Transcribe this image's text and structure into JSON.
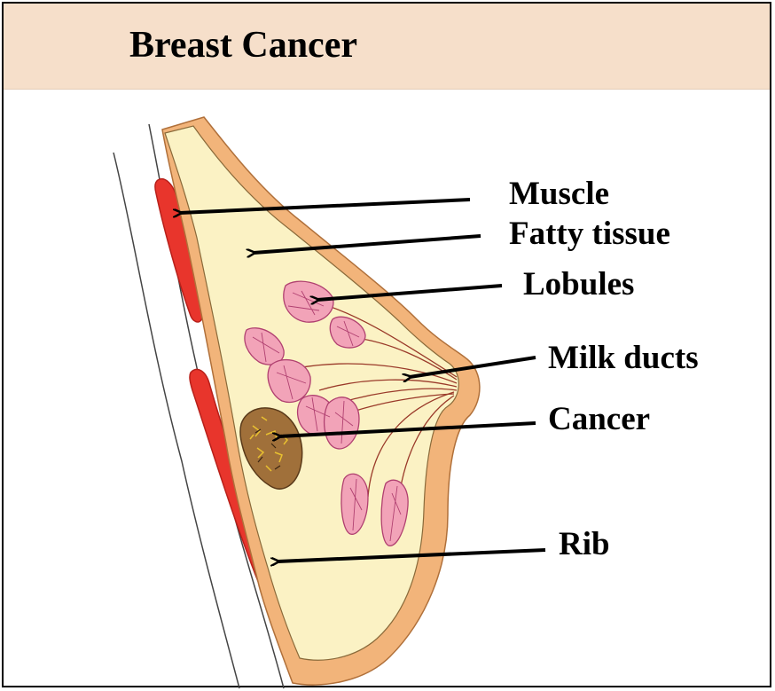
{
  "title": "Breast Cancer",
  "labels": {
    "muscle": "Muscle",
    "fatty_tissue": "Fatty tissue",
    "lobules": "Lobules",
    "milk_ducts": "Milk ducts",
    "cancer": "Cancer",
    "rib": "Rib"
  },
  "colors": {
    "title_band": "#f6dfca",
    "skin": "#f2b47a",
    "fatty_tissue": "#fbf2c4",
    "muscle_rib": "#e8352c",
    "lobule": "#f2a3b8",
    "cancer": "#a0703a"
  }
}
